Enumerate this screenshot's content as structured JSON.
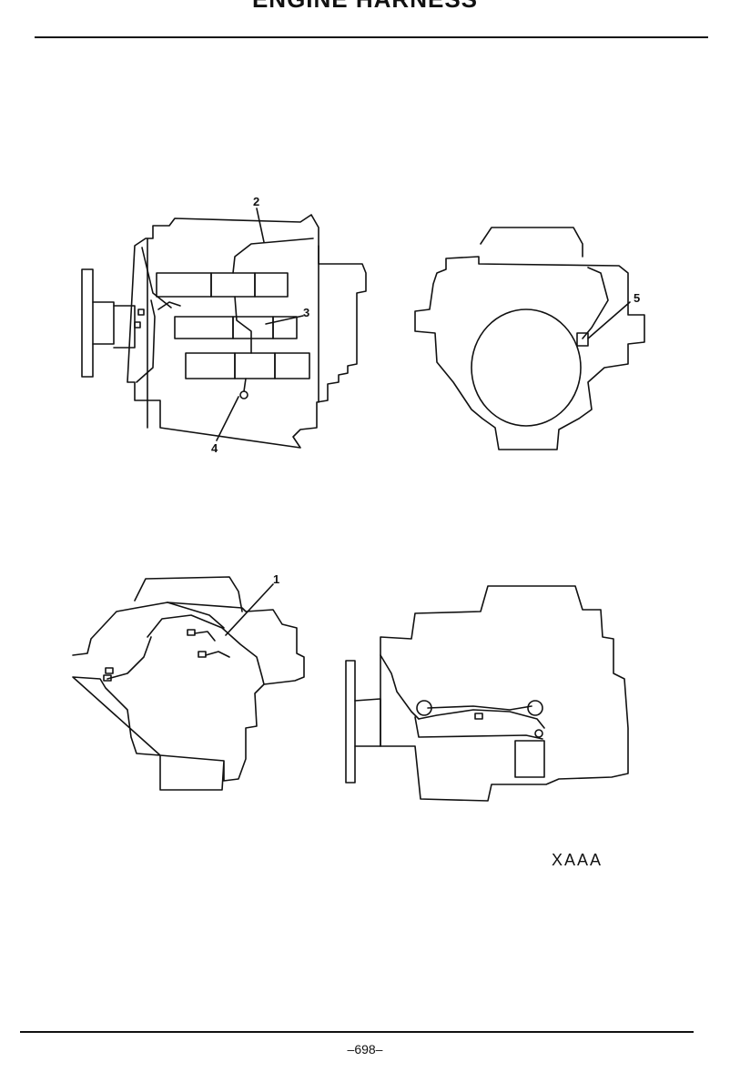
{
  "header": {
    "title": "ENGINE HARNESS"
  },
  "figure": {
    "callouts": [
      "2",
      "3",
      "4",
      "5",
      "1"
    ],
    "reference_code": "XAAA"
  },
  "footer": {
    "page_number": "–698–"
  }
}
